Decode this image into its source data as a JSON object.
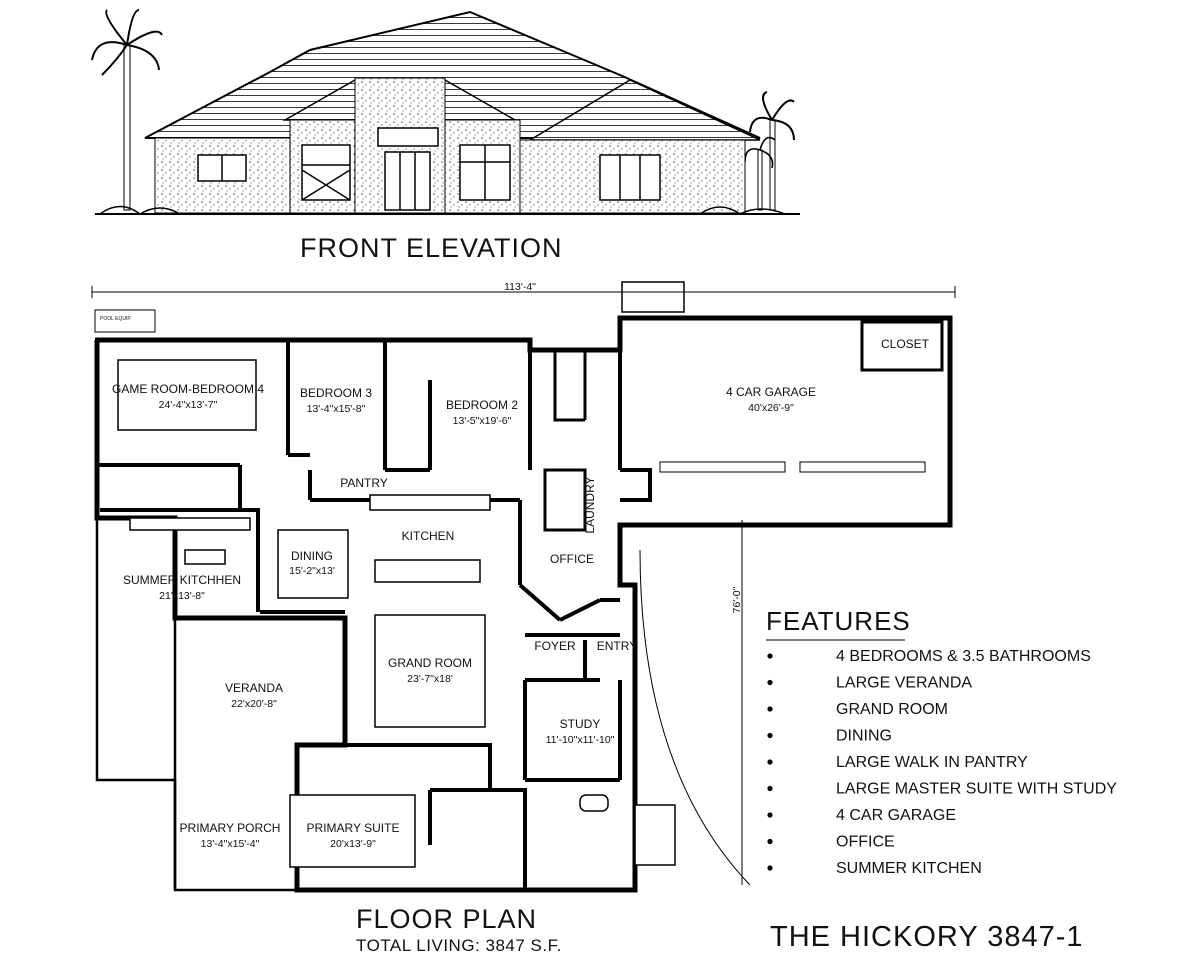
{
  "elevation": {
    "title": "FRONT ELEVATION"
  },
  "dimensions": {
    "width": "113'-4\"",
    "depth": "76'-0\""
  },
  "rooms": {
    "game_room": {
      "name": "GAME ROOM-BEDROOM 4",
      "size": "24'-4\"x13'-7\""
    },
    "bedroom3": {
      "name": "BEDROOM 3",
      "size": "13'-4\"x15'-8\""
    },
    "bedroom2": {
      "name": "BEDROOM 2",
      "size": "13'-5\"x19'-6\""
    },
    "garage": {
      "name": "4 CAR GARAGE",
      "size": "40'x26'-9\""
    },
    "closet": {
      "name": "CLOSET"
    },
    "pantry": {
      "name": "PANTRY"
    },
    "kitchen": {
      "name": "KITCHEN"
    },
    "laundry": {
      "name": "LAUNDRY"
    },
    "dining": {
      "name": "DINING",
      "size": "15'-2\"x13'"
    },
    "office": {
      "name": "OFFICE"
    },
    "summer_kitchen": {
      "name": "SUMMER KITCHHEN",
      "size": "21'x13'-8\""
    },
    "grand_room": {
      "name": "GRAND ROOM",
      "size": "23'-7\"x18'"
    },
    "foyer": {
      "name": "FOYER"
    },
    "entry": {
      "name": "ENTRY"
    },
    "veranda": {
      "name": "VERANDA",
      "size": "22'x20'-8\""
    },
    "study": {
      "name": "STUDY",
      "size": "11'-10\"x11'-10\""
    },
    "primary_porch": {
      "name": "PRIMARY PORCH",
      "size": "13'-4\"x15'-4\""
    },
    "primary_suite": {
      "name": "PRIMARY SUITE",
      "size": "20'x13'-9\""
    },
    "pool_equip": {
      "name": "POOL EQUIP."
    }
  },
  "features": {
    "title": "FEATURES",
    "items": [
      "4 BEDROOMS & 3.5 BATHROOMS",
      "LARGE VERANDA",
      "GRAND ROOM",
      "DINING",
      "LARGE WALK IN PANTRY",
      "LARGE MASTER SUITE WITH STUDY",
      "4 CAR GARAGE",
      "OFFICE",
      "SUMMER KITCHEN"
    ]
  },
  "footer": {
    "plan_title": "FLOOR PLAN",
    "total_living": "TOTAL LIVING: 3847 S.F.",
    "model": "THE HICKORY 3847-1"
  }
}
